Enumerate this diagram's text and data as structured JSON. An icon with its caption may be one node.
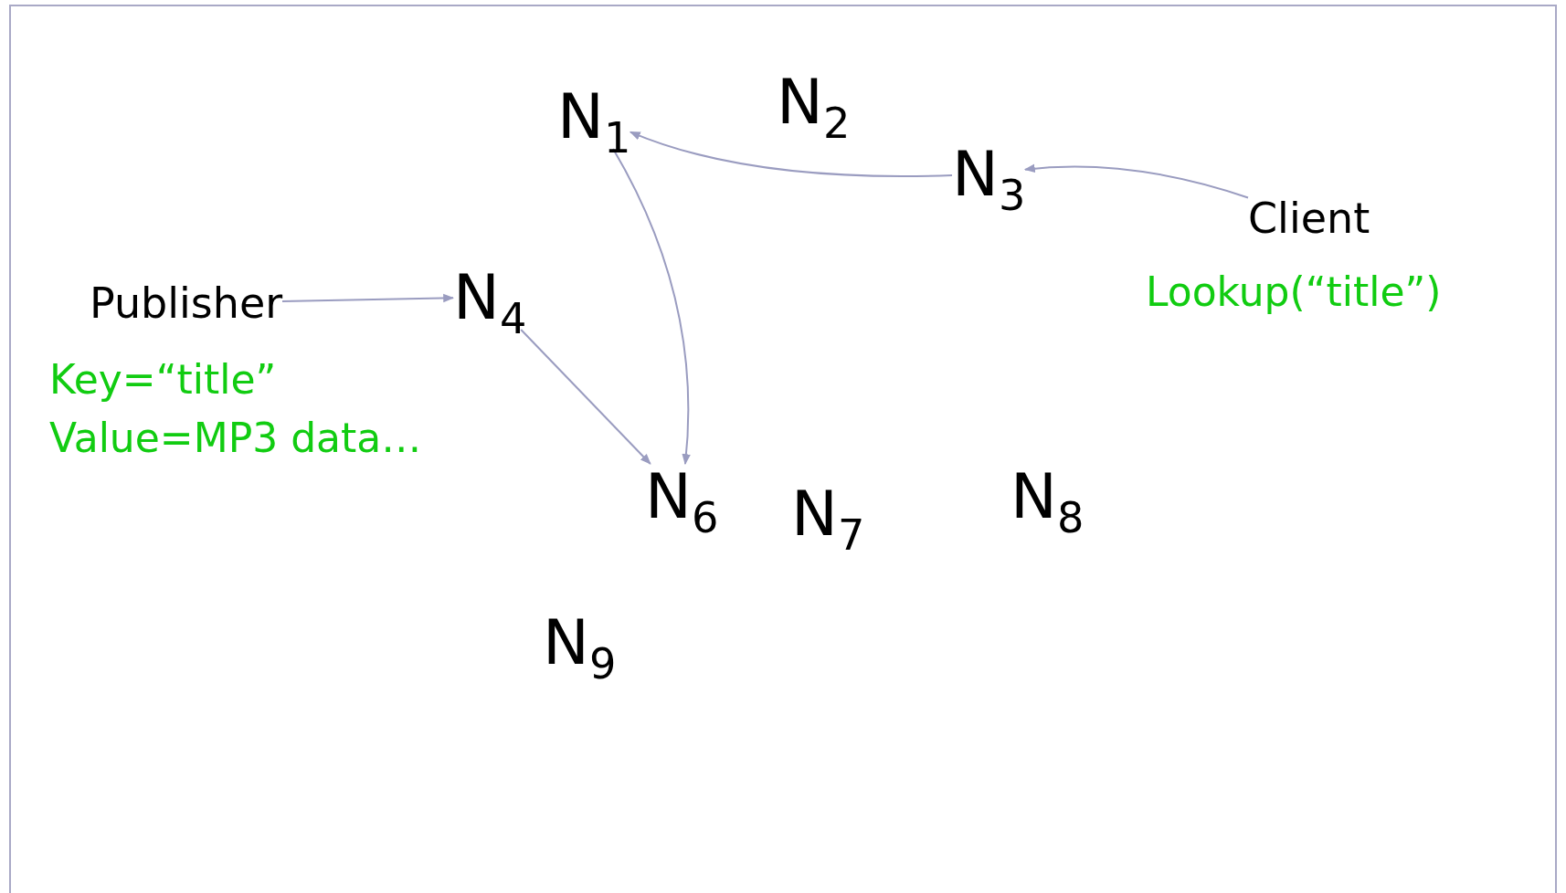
{
  "diagram": {
    "nodes": [
      {
        "text": [
          "N$_{1}$"
        ]
      },
      {
        "text": [
          "N$_{2}$"
        ]
      },
      {
        "text": [
          "N$_{3}$"
        ]
      },
      {
        "text": [
          "N$_{4}$"
        ]
      },
      {
        "text": [
          "N$_{6}$"
        ]
      },
      {
        "text": [
          "N$_{7}$"
        ]
      },
      {
        "text": [
          "N$_{8}$"
        ]
      },
      {
        "text": [
          "N$_{9}$"
        ]
      },
      {
        "text": [
          "Publisher"
        ],
        "beside": [
          "Key=“title”",
          "Value=MP3 data…"
        ]
      },
      {
        "text": [
          "Client"
        ],
        "beside": [
          "Lookup(“title”)"
        ]
      }
    ],
    "edges": [
      {
        "from": 2,
        "to": 0,
        "arrow": "to"
      },
      {
        "from": 9,
        "to": 2,
        "arrow": "to"
      },
      {
        "from": 8,
        "to": 3,
        "arrow": "to"
      },
      {
        "from": 3,
        "to": 4,
        "arrow": "to"
      },
      {
        "from": 0,
        "to": 4,
        "arrow": "to"
      }
    ]
  }
}
